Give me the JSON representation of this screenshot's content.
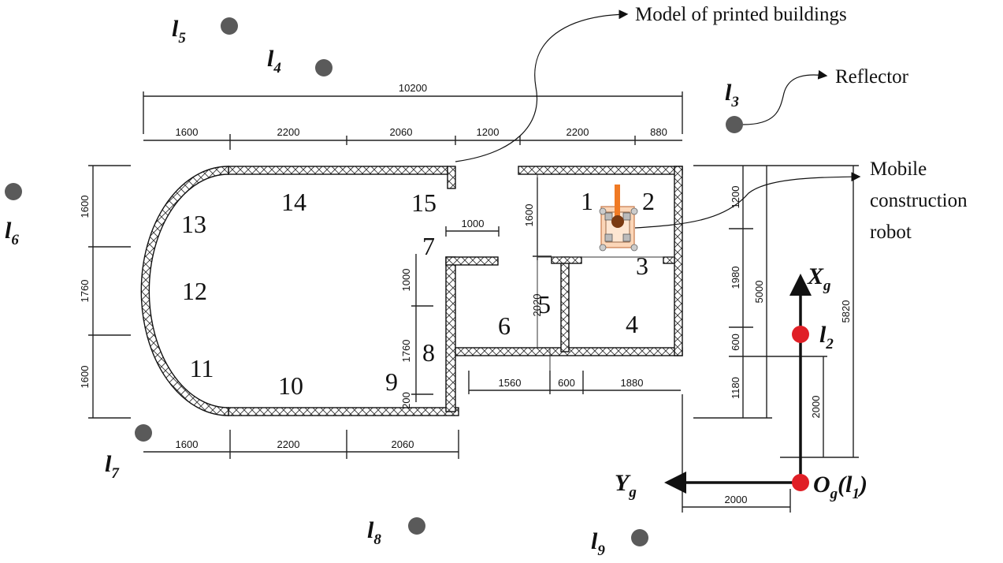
{
  "annotations": {
    "model_label": "Model of printed buildings",
    "reflector_label": "Reflector",
    "robot_label_line1": "Mobile",
    "robot_label_line2": "construction",
    "robot_label_line3": "robot"
  },
  "axes": {
    "x_axis_main": "X",
    "x_axis_sub": "g",
    "y_axis_main": "Y",
    "y_axis_sub": "g",
    "origin_main": "O",
    "origin_sub": "g",
    "origin_suffix_open": "(l",
    "origin_suffix_sub": "1",
    "origin_suffix_close": ")"
  },
  "reflectors": [
    {
      "id": "l5",
      "main": "l",
      "sub": "5"
    },
    {
      "id": "l4",
      "main": "l",
      "sub": "4"
    },
    {
      "id": "l3",
      "main": "l",
      "sub": "3"
    },
    {
      "id": "l6",
      "main": "l",
      "sub": "6"
    },
    {
      "id": "l2",
      "main": "l",
      "sub": "2"
    },
    {
      "id": "l7",
      "main": "l",
      "sub": "7"
    },
    {
      "id": "l8",
      "main": "l",
      "sub": "8"
    },
    {
      "id": "l9",
      "main": "l",
      "sub": "9"
    }
  ],
  "rooms": [
    "1",
    "2",
    "3",
    "4",
    "5",
    "6",
    "7",
    "8",
    "9",
    "10",
    "11",
    "12",
    "13",
    "14",
    "15"
  ],
  "dimensions": {
    "overall_top": "10200",
    "top": [
      "1600",
      "2200",
      "2060",
      "1200",
      "2200",
      "880"
    ],
    "left": [
      "1600",
      "1760",
      "1600"
    ],
    "bottom_left": [
      "1600",
      "2200",
      "2060"
    ],
    "right_segments": [
      "1200",
      "1980",
      "600",
      "1180"
    ],
    "right_total_a": "5000",
    "right_total_b": "5820",
    "right_offset": "2000",
    "origin_offset": "2000",
    "inner_top": "1000",
    "inner_left": [
      "1000",
      "1760",
      "200"
    ],
    "inner_bottom": [
      "1560",
      "600",
      "1880"
    ],
    "inner_vertical_1": "1600",
    "inner_vertical_2": "2020"
  },
  "colors": {
    "reflector": "#5a5a5a",
    "origin_marker": "#e01f26",
    "robot_base": "#fbd6b8",
    "robot_arm": "#f07a24",
    "robot_hub": "#7a3a12"
  }
}
